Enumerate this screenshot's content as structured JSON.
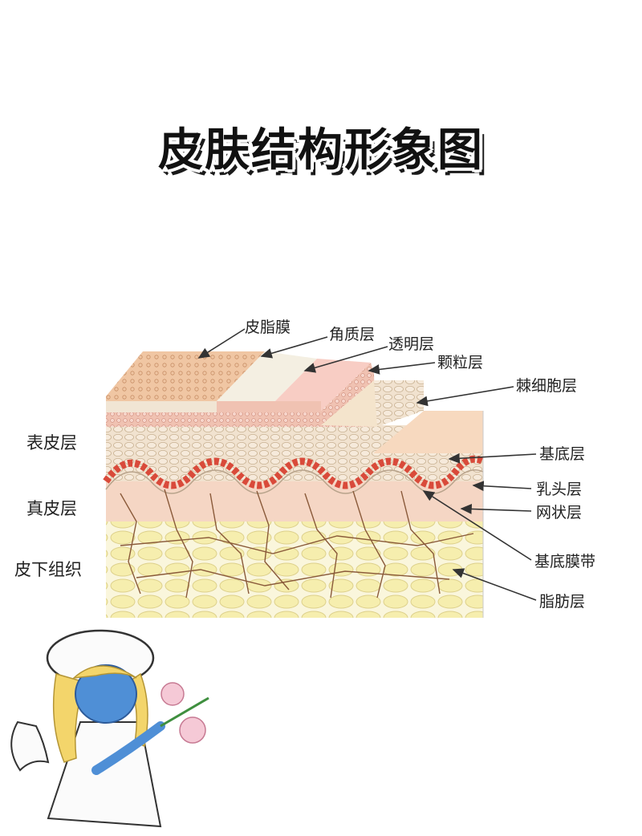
{
  "title": "皮肤结构形象图",
  "side_labels": {
    "epidermis": "表皮层",
    "dermis": "真皮层",
    "subcutis": "皮下组织"
  },
  "callouts": {
    "sebum_film": "皮脂膜",
    "stratum_corneum": "角质层",
    "stratum_lucidum": "透明层",
    "stratum_granulosum": "颗粒层",
    "stratum_spinosum": "棘细胞层",
    "stratum_basale": "基底层",
    "papillary_layer": "乳头层",
    "reticular_layer": "网状层",
    "basement_membrane_zone": "基底膜带",
    "fat_layer": "脂肪层"
  },
  "colors": {
    "sebum": "#f2c9a8",
    "corneum": "#f4efe2",
    "lucidum": "#f7c7c0",
    "granulosum": "#f2c4b8",
    "spinosum": "#efdcc4",
    "basale": "#d94a3a",
    "dermis": "#f5d6c4",
    "fat": "#f7efb0",
    "vessel": "#8a5a3a"
  }
}
